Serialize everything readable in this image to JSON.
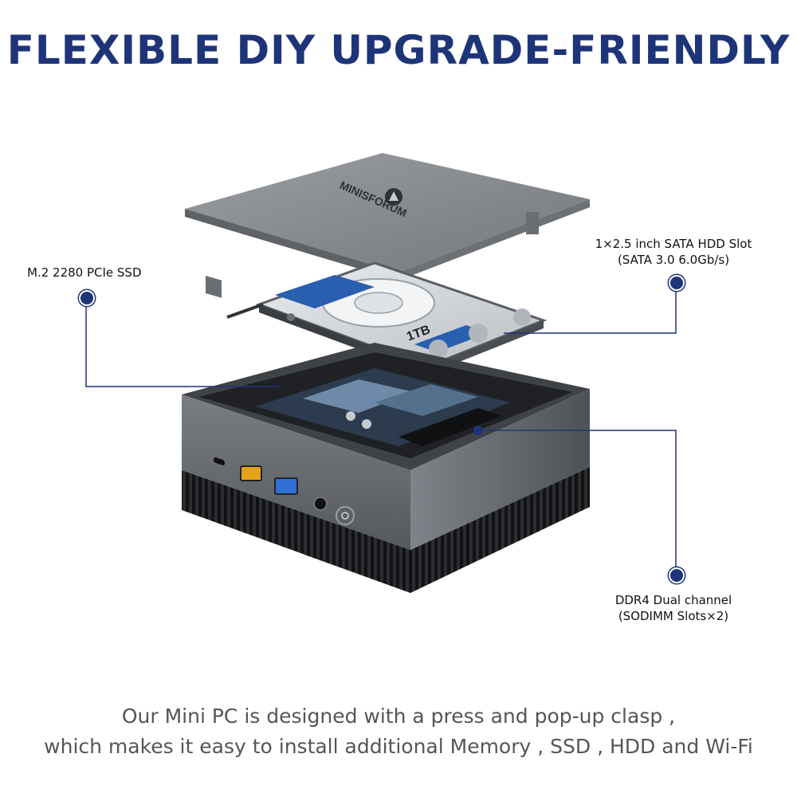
{
  "headline": "FLEXIBLE DIY UPGRADE-FRIENDLY",
  "brand_logo": "MINISFORUM",
  "hdd_label": "1TB",
  "callouts": {
    "ssd": "M.2 2280 PCIe SSD",
    "hdd_line1": "1×2.5 inch SATA HDD Slot",
    "hdd_line2": "(SATA 3.0 6.0Gb/s)",
    "ram_line1": "DDR4 Dual channel",
    "ram_line2": "(SODIMM Slots×2)"
  },
  "caption": {
    "line1": "Our Mini PC is designed with a press and pop-up clasp ,",
    "line2": "which makes it easy to install additional Memory , SSD , HDD and Wi-Fi"
  },
  "colors": {
    "accent": "#1e3478",
    "chassis": "#6b6f74",
    "lid": "#8a8d91",
    "hdd_label": "#2a5fb0"
  }
}
